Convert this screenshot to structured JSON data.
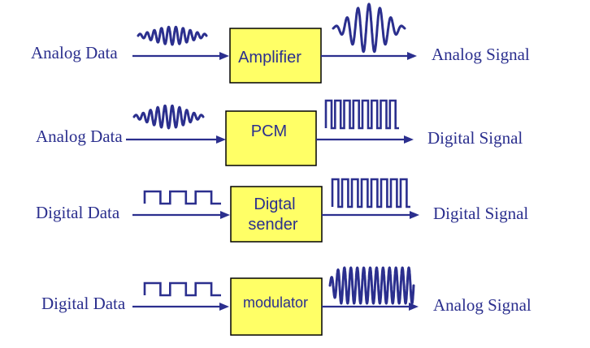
{
  "colors": {
    "ink": "#2b2f8e",
    "box_fill": "#ffff66",
    "box_border": "#000000"
  },
  "rows": [
    {
      "input_label": "Analog Data",
      "device_lines": [
        "Amplifier"
      ],
      "output_label": "Analog Signal",
      "input_waveform": "analog-wave",
      "output_waveform": "amplified-analog-wave"
    },
    {
      "input_label": "Analog Data",
      "device_lines": [
        "PCM"
      ],
      "output_label": "Digital Signal",
      "input_waveform": "analog-wave",
      "output_waveform": "digital-pulse-train"
    },
    {
      "input_label": "Digital Data",
      "device_lines": [
        "Digtal",
        "sender"
      ],
      "output_label": "Digital Signal",
      "input_waveform": "digital-pulse-train",
      "output_waveform": "digital-pulse-train"
    },
    {
      "input_label": "Digital Data",
      "device_lines": [
        "modulator"
      ],
      "output_label": "Analog Signal",
      "input_waveform": "digital-pulse-train",
      "output_waveform": "modulated-analog-wave"
    }
  ]
}
